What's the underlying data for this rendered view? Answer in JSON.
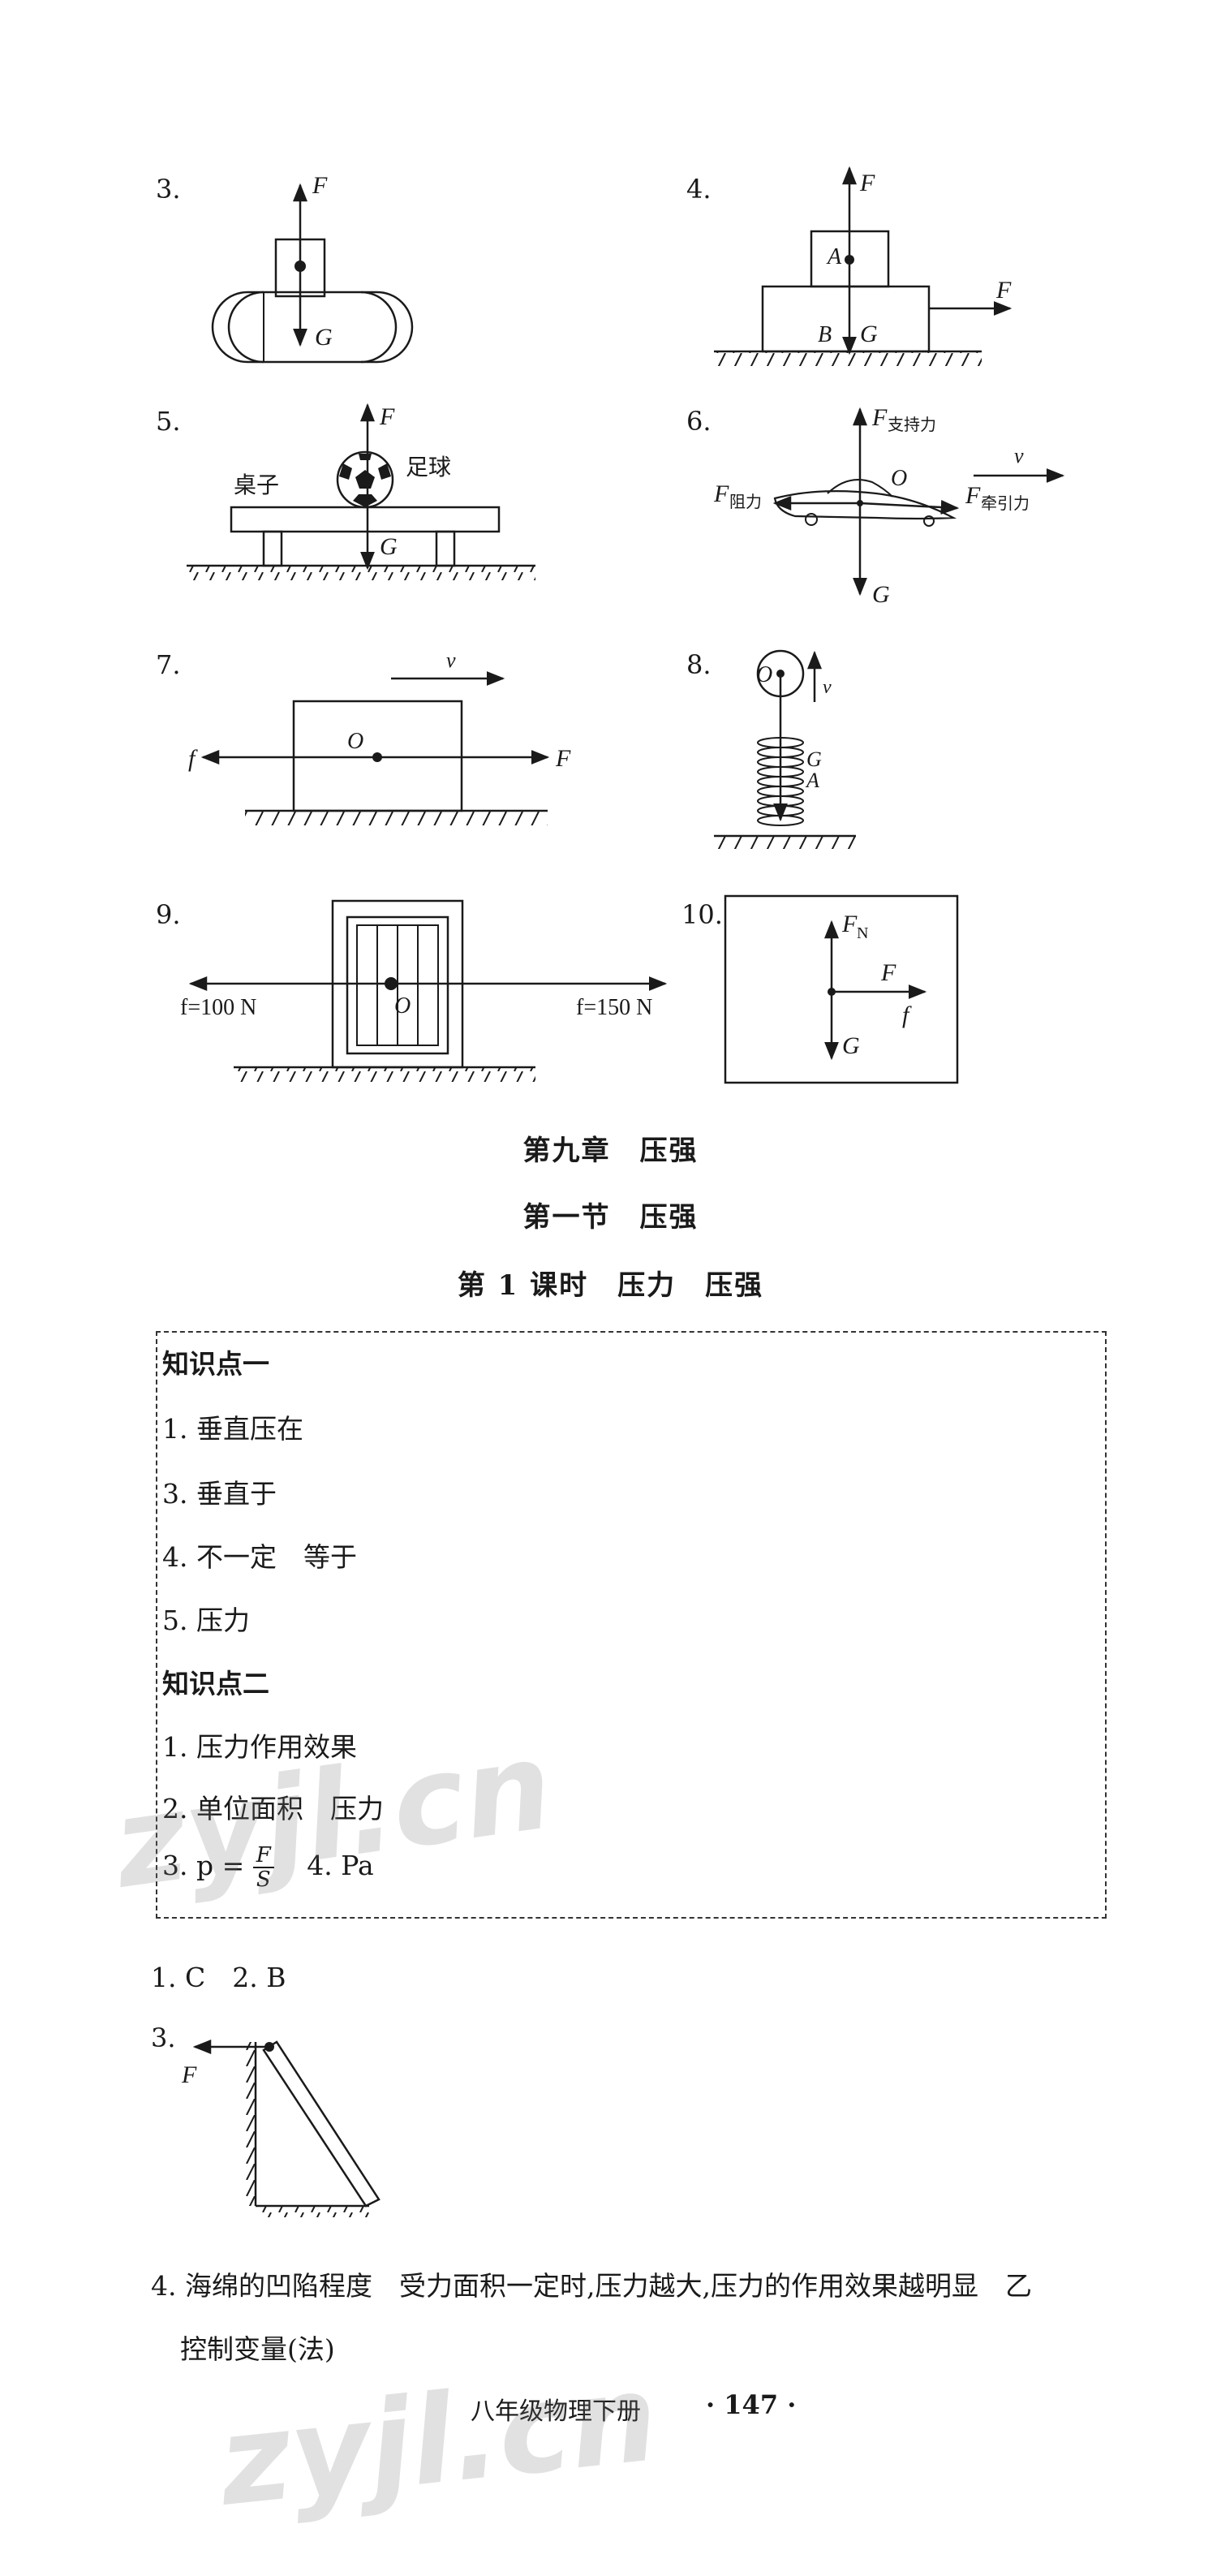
{
  "figures": {
    "f3": {
      "number": "3.",
      "F": "F",
      "G": "G"
    },
    "f4": {
      "number": "4.",
      "F_up": "F",
      "A": "A",
      "B": "B",
      "G": "G",
      "F_right": "F"
    },
    "f5": {
      "number": "5.",
      "F": "F",
      "ball": "足球",
      "table": "桌子",
      "G": "G"
    },
    "f6": {
      "number": "6.",
      "F_support": "F",
      "support_sub": "支持力",
      "v": "v",
      "O": "O",
      "F_drag": "F",
      "drag_sub": "阻力",
      "F_thrust": "F",
      "thrust_sub": "牵引力",
      "G": "G"
    },
    "f7": {
      "number": "7.",
      "v": "v",
      "f": "f",
      "O": "O",
      "F": "F"
    },
    "f8": {
      "number": "8.",
      "O": "O",
      "v": "v",
      "G": "G",
      "A": "A"
    },
    "f9": {
      "number": "9.",
      "left_force": "f=100 N",
      "O": "O",
      "right_force": "f=150 N"
    },
    "f10": {
      "number": "10.",
      "FN": "F",
      "FN_sub": "N",
      "F": "F",
      "f": "f",
      "G": "G"
    }
  },
  "chapter_title": "第九章　压强",
  "section_title": "第一节　压强",
  "lesson_title": "第 1 课时　压力　压强",
  "knowledge": {
    "point1_title": "知识点一",
    "point1_items": [
      "1. 垂直压在",
      "3. 垂直于",
      "4. 不一定　等于",
      "5. 压力"
    ],
    "point2_title": "知识点二",
    "point2_items": [
      "1. 压力作用效果",
      "2. 单位面积　压力"
    ],
    "formula_prefix": "3. p =",
    "formula_num": "F",
    "formula_den": "S",
    "formula_suffix": "4. Pa"
  },
  "answers": {
    "line1": "1. C　2. B",
    "q3_number": "3.",
    "q3_F": "F",
    "q4_line1": "4. 海绵的凹陷程度　受力面积一定时,压力越大,压力的作用效果越明显　乙",
    "q4_line2": "控制变量(法)"
  },
  "footer": {
    "book": "八年级物理下册",
    "page": "· 147 ·"
  },
  "watermarks": [
    "zyjl.cn",
    "zyjl.cn"
  ]
}
